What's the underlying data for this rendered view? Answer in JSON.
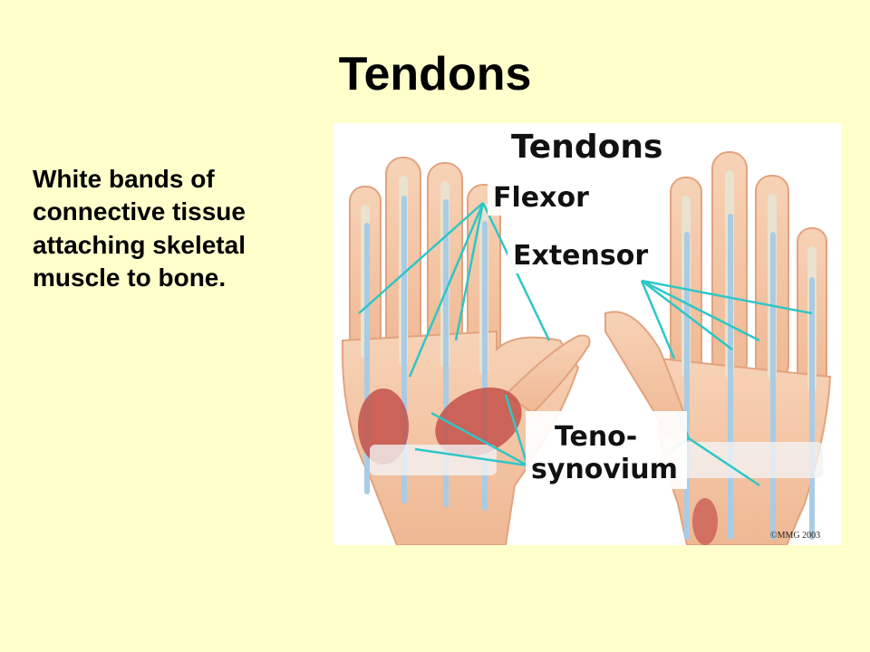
{
  "slide": {
    "title": "Tendons",
    "body": "White bands of\nconnective tissue\nattaching skeletal\nmuscle to bone."
  },
  "figure": {
    "labels": {
      "title": "Tendons",
      "flexor": "Flexor",
      "extensor": "Extensor",
      "teno_line1": "Teno-",
      "teno_line2": "synovium",
      "copyright": "©MMG 2003"
    },
    "colors": {
      "leader_line": "#2FC6C6",
      "skin": "#F4C7A8",
      "bone": "#E9E2CF",
      "tendon": "#A9CCE6",
      "muscle": "#C4514A"
    }
  }
}
